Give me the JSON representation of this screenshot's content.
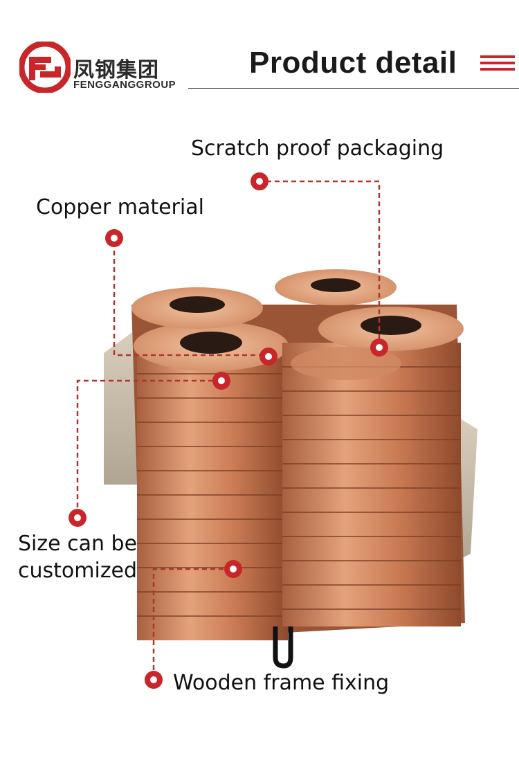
{
  "brand": {
    "name_cn": "凤钢集团",
    "name_en": "FENGGANGGROUP",
    "logo_icon": "fg-logo-icon",
    "accent_color": "#c8262b"
  },
  "header": {
    "title": "Product detail"
  },
  "callouts": {
    "scratch_proof": "Scratch proof packaging",
    "copper_material": "Copper material",
    "size_line1": "Size can be",
    "size_line2": "customized",
    "wooden_frame": "Wooden frame fixing"
  },
  "colors": {
    "copper": "#d08a62",
    "copper_dark": "#8a4a2e",
    "marker": "#c8262b",
    "leader_line": "#b0342f"
  }
}
